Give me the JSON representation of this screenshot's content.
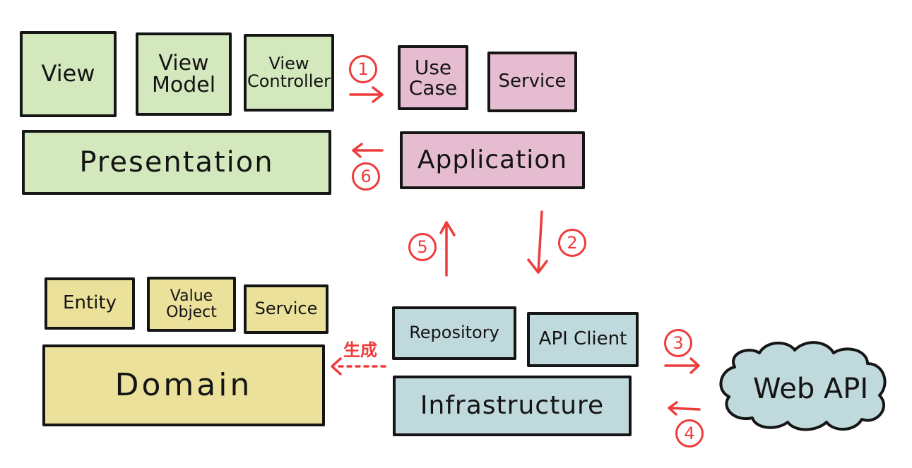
{
  "layers": {
    "presentation": {
      "label": "Presentation",
      "color": "#d3e8bd",
      "components": [
        "View",
        "View\nModel",
        "View\nController"
      ]
    },
    "application": {
      "label": "Application",
      "color": "#e6bcd0",
      "components": [
        "Use\nCase",
        "Service"
      ]
    },
    "domain": {
      "label": "Domain",
      "color": "#ece19a",
      "components": [
        "Entity",
        "Value\nObject",
        "Service"
      ]
    },
    "infrastructure": {
      "label": "Infrastructure",
      "color": "#bfd9dc",
      "components": [
        "Repository",
        "API Client"
      ]
    }
  },
  "external": {
    "web_api": {
      "label": "Web API",
      "color": "#bfd9dc"
    }
  },
  "flow_steps": [
    {
      "number": "1",
      "from": "View Controller",
      "to": "Use Case",
      "direction": "right"
    },
    {
      "number": "2",
      "from": "Application",
      "to": "Infrastructure",
      "direction": "down"
    },
    {
      "number": "3",
      "from": "Infrastructure",
      "to": "Web API",
      "direction": "right"
    },
    {
      "number": "4",
      "from": "Web API",
      "to": "Infrastructure",
      "direction": "left"
    },
    {
      "number": "5",
      "from": "Infrastructure",
      "to": "Application",
      "direction": "up"
    },
    {
      "number": "6",
      "from": "Application",
      "to": "Presentation",
      "direction": "left"
    }
  ],
  "generation_link": {
    "label": "生成",
    "from": "Repository",
    "to": "Domain",
    "style": "dotted"
  },
  "accent_color": "#ee3b3b"
}
